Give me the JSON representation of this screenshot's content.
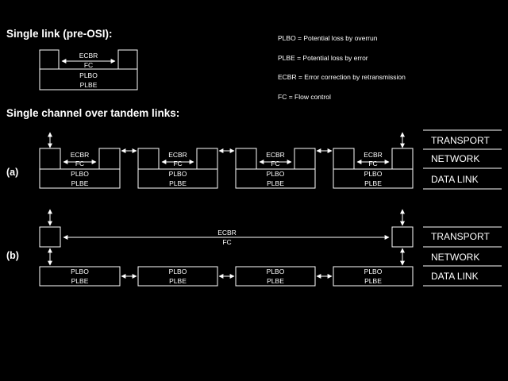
{
  "headings": {
    "single_link": "Single link (pre-OSI):",
    "tandem": "Single channel over tandem links:"
  },
  "legend": [
    "PLBO = Potential loss by overrun",
    "PLBE = Potential loss by error",
    "ECBR = Error correction by retransmission",
    "FC = Flow control"
  ],
  "box_labels": {
    "ecbr": "ECBR",
    "fc": "FC",
    "plbo": "PLBO",
    "plbe": "PLBE"
  },
  "section_labels": {
    "a": "(a)",
    "b": "(b)"
  },
  "layers": [
    "TRANSPORT",
    "NETWORK",
    "DATA LINK"
  ]
}
